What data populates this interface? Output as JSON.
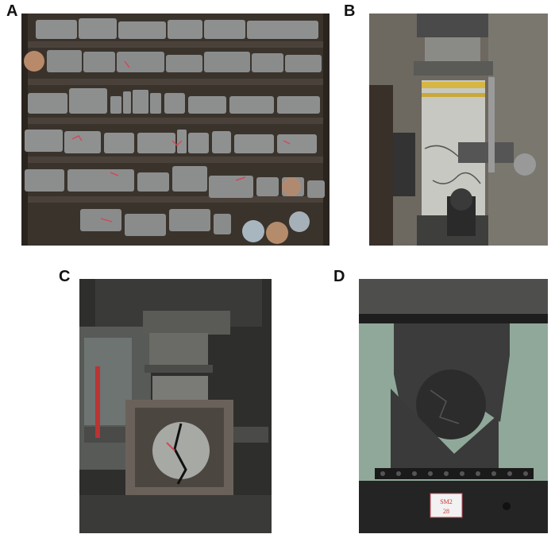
{
  "panels": [
    {
      "label": "A",
      "description_icon": "rock-core-samples-in-box-photo"
    },
    {
      "label": "B",
      "description_icon": "uniaxial-compression-test-photo"
    },
    {
      "label": "C",
      "description_icon": "brazilian-splitting-test-photo"
    },
    {
      "label": "D",
      "description_icon": "variable-angle-shear-test-photo"
    }
  ],
  "photo_text": {
    "sample_tag_line1": "SM2",
    "sample_tag_line2": "28"
  },
  "colors": {
    "box_wood": "#3a332c",
    "core_gray": "#8a8c8c",
    "steel_dark": "#2d2d2d",
    "marker_red": "#d04a5a"
  }
}
